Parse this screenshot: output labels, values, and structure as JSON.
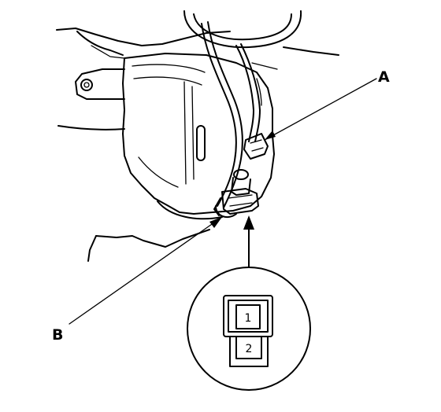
{
  "callouts": {
    "a": "A",
    "b": "B"
  },
  "connector": {
    "pin1": "1",
    "pin2": "2"
  }
}
